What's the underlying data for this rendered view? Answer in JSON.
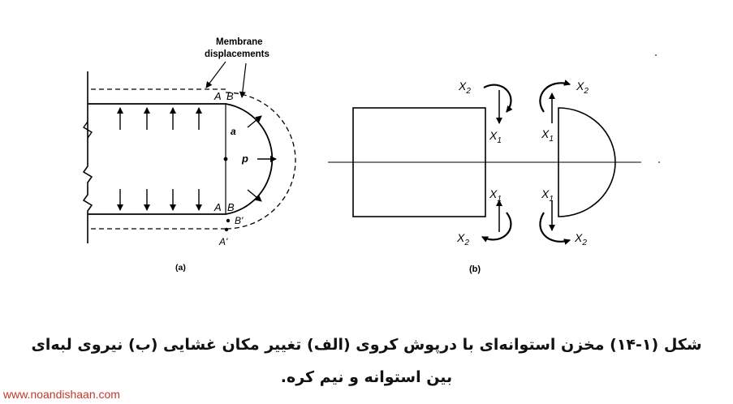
{
  "figure_a": {
    "title_line1": "Membrane",
    "title_line2": "displacements",
    "label_A_top": "A",
    "label_B_top": "B",
    "label_a": "a",
    "label_p": "p",
    "label_A_bottom": "A",
    "label_B_bottom": "B",
    "label_B_prime": "B'",
    "label_A_prime": "A'",
    "panel_label": "(a)"
  },
  "figure_b": {
    "x2_top_left": "X",
    "x2_top_left_sub": "2",
    "x1_top_left": "X",
    "x1_top_left_sub": "1",
    "x1_bottom_left": "X",
    "x1_bottom_left_sub": "1",
    "x2_bottom_left": "X",
    "x2_bottom_left_sub": "2",
    "x2_top_right": "X",
    "x2_top_right_sub": "2",
    "x1_top_right": "X",
    "x1_top_right_sub": "1",
    "x1_bottom_right": "X",
    "x1_bottom_right_sub": "1",
    "x2_bottom_right": "X",
    "x2_bottom_right_sub": "2",
    "panel_label": "(b)"
  },
  "caption": {
    "line1": "شکل (۱-۱۴) مخزن استوانه‌ای با درپوش کروی (الف) تغییر مکان غشایی (ب) نیروی لبه‌ای",
    "line2": "بین استوانه و نیم کره."
  },
  "watermark": "www.noandishaan.com",
  "colors": {
    "ink": "#000000",
    "watermark": "#c0392b"
  }
}
